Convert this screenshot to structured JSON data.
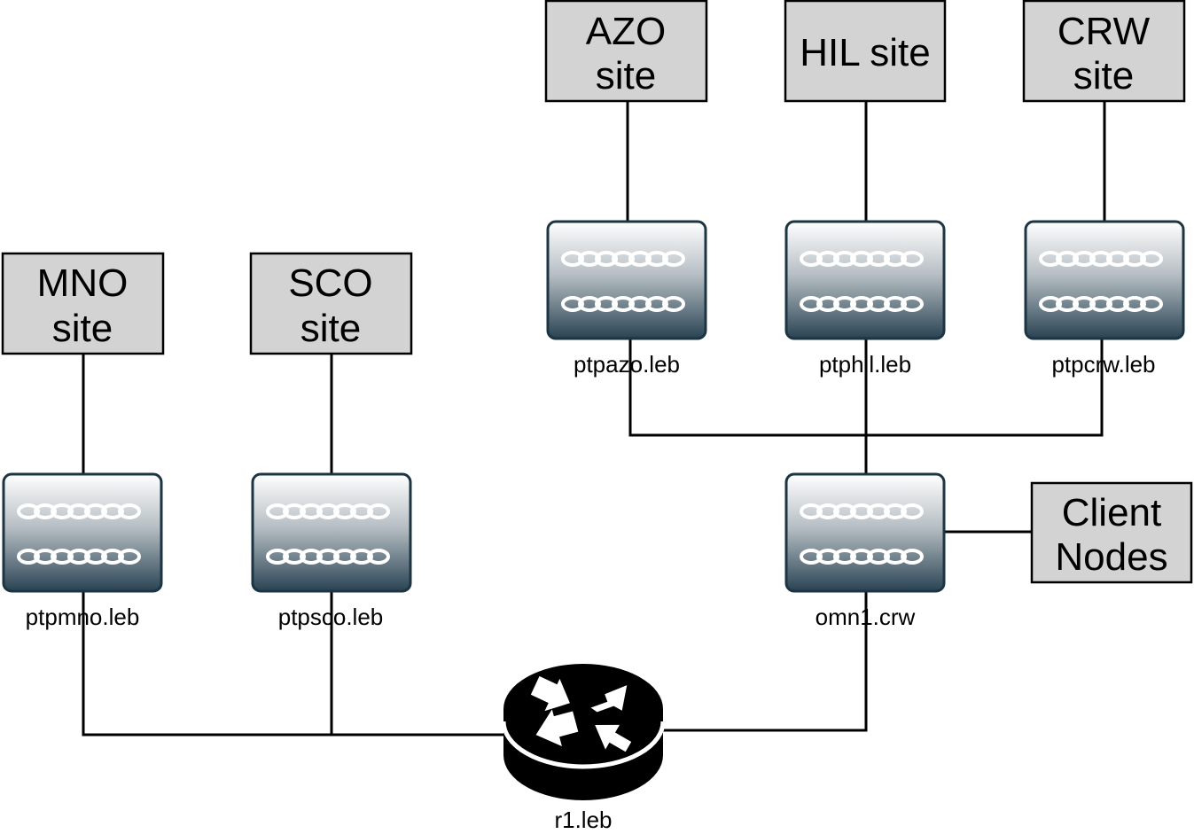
{
  "sites": {
    "azo": {
      "line1": "AZO",
      "line2": "site"
    },
    "hil": {
      "line1": "HIL site"
    },
    "crw": {
      "line1": "CRW",
      "line2": "site"
    },
    "mno": {
      "line1": "MNO",
      "line2": "site"
    },
    "sco": {
      "line1": "SCO",
      "line2": "site"
    },
    "client": {
      "line1": "Client",
      "line2": "Nodes"
    }
  },
  "switches": {
    "ptpazo": {
      "label": "ptpazo.leb",
      "icon": "switch-icon"
    },
    "ptphil": {
      "label": "ptphil.leb",
      "icon": "switch-icon"
    },
    "ptpcrw": {
      "label": "ptpcrw.leb",
      "icon": "switch-icon"
    },
    "ptpmno": {
      "label": "ptpmno.leb",
      "icon": "switch-icon"
    },
    "ptpsco": {
      "label": "ptpsco.leb",
      "icon": "switch-icon"
    },
    "omn1": {
      "label": "omn1.crw",
      "icon": "switch-icon"
    }
  },
  "router": {
    "label": "r1.leb",
    "icon": "router-icon"
  },
  "colors": {
    "site_box_fill": "#d3d3d3",
    "switch_dark": "#294353",
    "switch_light": "#ffffff",
    "router": "#000000"
  }
}
